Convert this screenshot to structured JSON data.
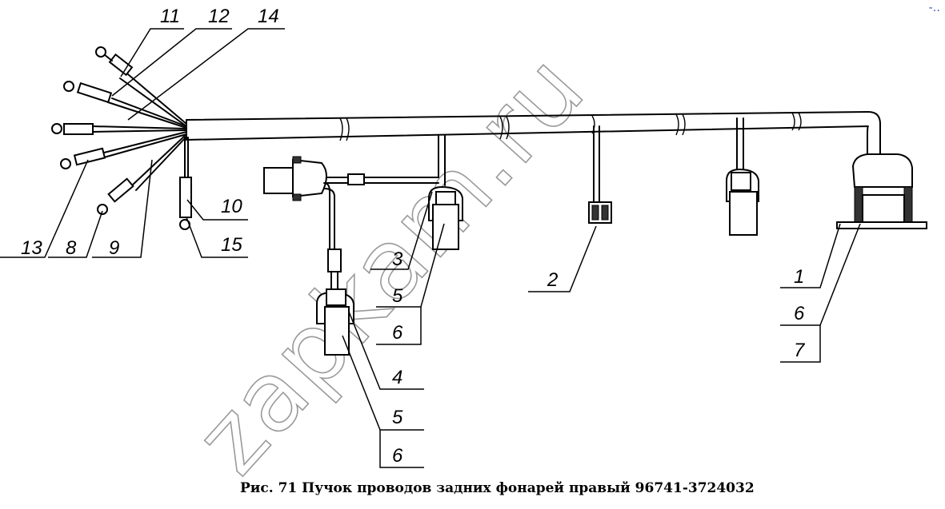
{
  "callouts": {
    "c11": "11",
    "c12": "12",
    "c14": "14",
    "c13": "13",
    "c8": "8",
    "c9": "9",
    "c10": "10",
    "c15": "15",
    "c3": "3",
    "c5a": "5",
    "c6a": "6",
    "c4": "4",
    "c5b": "5",
    "c6b": "6",
    "c2": "2",
    "c1": "1",
    "c6c": "6",
    "c7": "7"
  },
  "caption": "Рис. 71 Пучок проводов задних фонарей правый 96741-3724032",
  "watermark": "zapkam.ru",
  "corner_mark": "-‥",
  "colors": {
    "line": "#000000",
    "watermark": "#9a9a9a",
    "corner": "#3050c0"
  }
}
